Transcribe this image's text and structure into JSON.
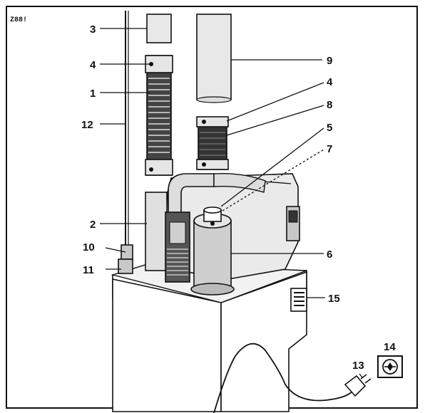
{
  "figure_code": "Z88!",
  "callouts": [
    {
      "id": "callout-3",
      "text": "3"
    },
    {
      "id": "callout-4-left",
      "text": "4"
    },
    {
      "id": "callout-1",
      "text": "1"
    },
    {
      "id": "callout-12",
      "text": "12"
    },
    {
      "id": "callout-2",
      "text": "2"
    },
    {
      "id": "callout-10",
      "text": "10"
    },
    {
      "id": "callout-11",
      "text": "11"
    },
    {
      "id": "callout-9",
      "text": "9"
    },
    {
      "id": "callout-4-right",
      "text": "4"
    },
    {
      "id": "callout-8",
      "text": "8"
    },
    {
      "id": "callout-5",
      "text": "5"
    },
    {
      "id": "callout-7",
      "text": "7"
    },
    {
      "id": "callout-6",
      "text": "6"
    },
    {
      "id": "callout-15",
      "text": "15"
    },
    {
      "id": "callout-14",
      "text": "14"
    },
    {
      "id": "callout-13",
      "text": "13"
    }
  ],
  "icons": {
    "power-symbol": "plug-socket-icon",
    "plug": "mains-plug-icon"
  }
}
